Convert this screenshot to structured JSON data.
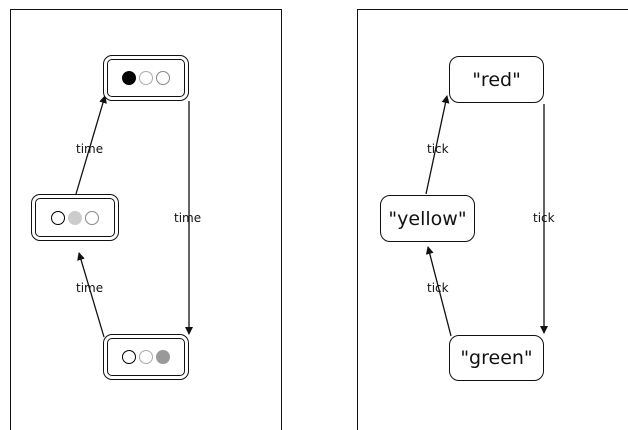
{
  "left_diagram": {
    "nodes": {
      "top": {
        "lamps": [
          "#000000",
          "#ffffff",
          "#ffffff"
        ],
        "borders": [
          "#000000",
          "#aaaaaa",
          "#888888"
        ]
      },
      "middle": {
        "lamps": [
          "#ffffff",
          "#cccccc",
          "#ffffff"
        ],
        "borders": [
          "#000000",
          "#cccccc",
          "#888888"
        ]
      },
      "bottom": {
        "lamps": [
          "#ffffff",
          "#ffffff",
          "#999999"
        ],
        "borders": [
          "#000000",
          "#aaaaaa",
          "#999999"
        ]
      }
    },
    "edges": {
      "bottom_to_middle": "time",
      "middle_to_top": "time",
      "top_to_bottom": "time"
    }
  },
  "right_diagram": {
    "states": {
      "red": "\"red\"",
      "yellow": "\"yellow\"",
      "green": "\"green\""
    },
    "edges": {
      "green_to_yellow": "tick",
      "yellow_to_red": "tick",
      "red_to_green": "tick"
    }
  }
}
